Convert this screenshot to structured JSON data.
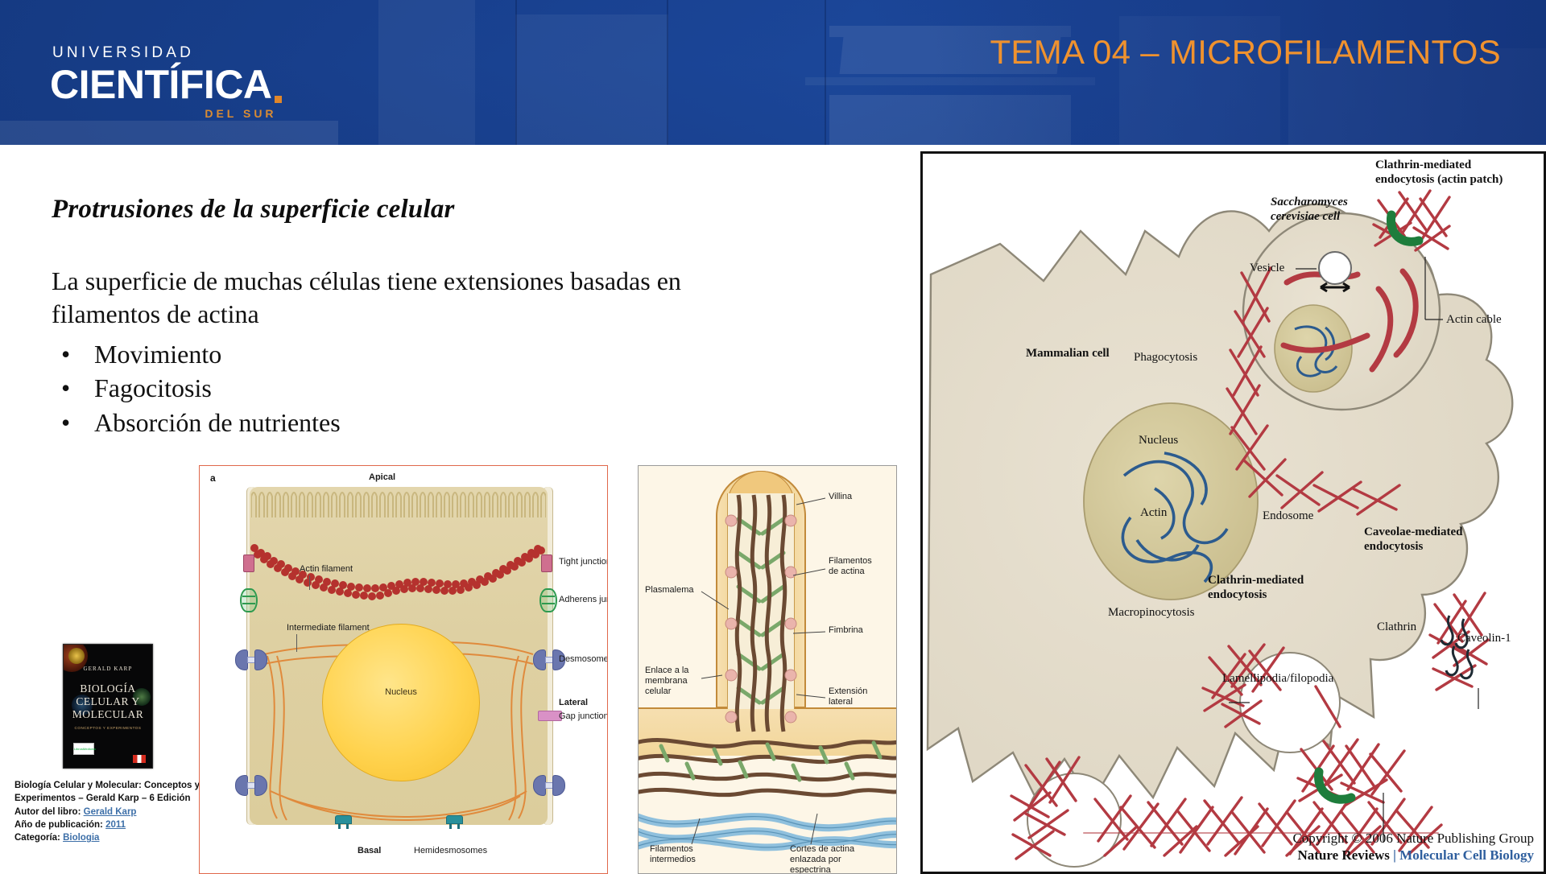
{
  "header": {
    "logo": {
      "line1": "UNIVERSIDAD",
      "line2": "CIENTÍFICA",
      "line3": "DEL SUR"
    },
    "title": "TEMA 04 – MICROFILAMENTOS",
    "colors": {
      "background": "#1c4394",
      "title": "#f0922e",
      "accent": "#d98b33"
    }
  },
  "content": {
    "heading": "Protrusiones de la superficie celular",
    "paragraph": "La superficie de muchas células tiene extensiones basadas en filamentos de actina",
    "bullets": [
      {
        "marker": "•",
        "label": "Movimiento"
      },
      {
        "marker": "•",
        "label": "Fagocitosis"
      },
      {
        "marker": "•",
        "label": "Absorción de nutrientes"
      }
    ]
  },
  "book": {
    "cover": {
      "author": "GERALD KARP",
      "title_line1": "BIOLOGÍA",
      "title_line2": "CELULAR Y",
      "title_line3": "MOLECULAR",
      "subtitle": "CONCEPTOS Y EXPERIMENTOS",
      "badge": "LibrosMedicina"
    },
    "citation": {
      "line1": "Biología Celular y Molecular: Conceptos y",
      "line2": "Experimentos – Gerald Karp – 6 Edición",
      "author_label": "Autor del libro:",
      "author_value": "Gerald Karp",
      "year_label": "Año de publicación:",
      "year_value": "2011",
      "category_label": "Categoría:",
      "category_value": "Biologia"
    }
  },
  "figure_junctions": {
    "panel_letter": "a",
    "labels": {
      "apical": "Apical",
      "basal": "Basal",
      "lateral": "Lateral",
      "nucleus": "Nucleus",
      "actin_filament": "Actin filament",
      "intermediate_filament": "Intermediate filament",
      "tight_junctions": "Tight junctions",
      "adherens_junctions": "Adherens junctions",
      "desmosomes": "Desmosomes",
      "gap_junctions": "Gap junctions",
      "hemidesmosomes": "Hemidesmosomes"
    }
  },
  "figure_microvillus": {
    "labels": {
      "villina": "Villina",
      "filamentos_actina": "Filamentos\nde actina",
      "fimbrina": "Fimbrina",
      "extension_lateral": "Extensión\nlateral",
      "plasmalema": "Plasmalema",
      "enlace_membrana": "Enlace a la\nmembrana\ncelular",
      "filamentos_intermedios": "Filamentos\nintermedios",
      "cortes_actina": "Cortes de actina\nenlazada por\nespectrina"
    }
  },
  "figure_nature": {
    "labels": {
      "mammalian_cell": "Mammalian cell",
      "saccharomyces": "Saccharomyces\ncerevisiae cell",
      "clathrin_actin_patch": "Clathrin-mediated\nendocytosis (actin patch)",
      "vesicle": "Vesicle",
      "actin_cable": "Actin cable",
      "phagocytosis": "Phagocytosis",
      "nucleus": "Nucleus",
      "clathrin_mediated": "Clathrin-mediated\nendocytosis",
      "clathrin": "Clathrin",
      "actin": "Actin",
      "endosome": "Endosome",
      "caveolae": "Caveolae-mediated\nendocytosis",
      "caveolin": "Caveolin-1",
      "macropinocytosis": "Macropinocytosis",
      "lamellipodia": "Lamellipodia/filopodia"
    },
    "copyright": "Copyright © 2006 Nature Publishing Group",
    "brand": "Nature Reviews",
    "separator": "|",
    "journal": "Molecular Cell Biology"
  }
}
